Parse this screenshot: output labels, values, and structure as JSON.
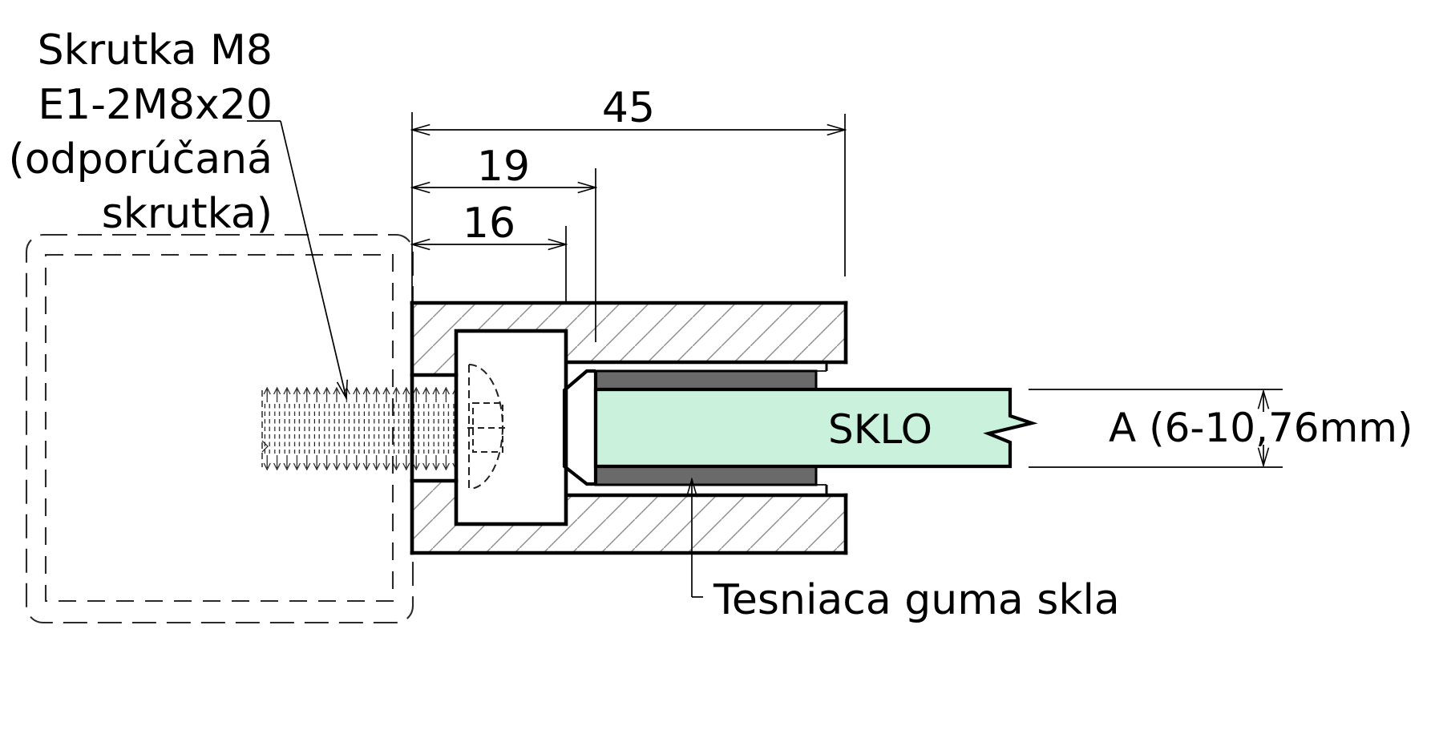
{
  "drawing": {
    "type": "technical-cross-section",
    "subject": "glass clamp mounted on square post holding glass pane",
    "labels": {
      "screw_note_line1": "Skrutka M8",
      "screw_note_line2": "E1-2M8x20",
      "screw_note_line3": "(odporúčaná",
      "screw_note_line4": "skrutka)",
      "glass": "SKLO",
      "glass_thickness_range": "A (6-10,76mm)",
      "rubber_seal": "Tesniaca guma skla"
    },
    "dimensions_mm": {
      "clamp_total_depth": "45",
      "glass_pocket_depth": "19",
      "screw_cavity_depth": "16"
    },
    "colors": {
      "glass_fill": "#c9f1dc",
      "rubber_fill": "#6a6a6a",
      "outline": "#000000",
      "hatch_line": "#8c8c8c",
      "dashed_hidden": "#222222"
    }
  }
}
